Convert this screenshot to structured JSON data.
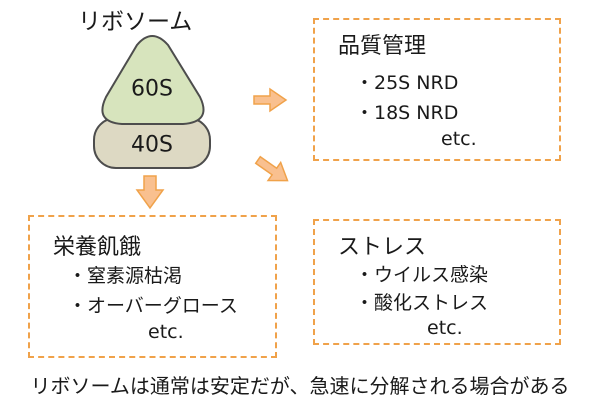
{
  "ribosome": {
    "title": "リボソーム",
    "large_subunit": "60S",
    "small_subunit": "40S"
  },
  "boxes": {
    "quality_control": {
      "title": "品質管理",
      "items": [
        "・25S NRD",
        "・18S NRD"
      ],
      "etc": "etc."
    },
    "starvation": {
      "title": "栄養飢餓",
      "items": [
        "・窒素源枯渇",
        "・オーバーグロース"
      ],
      "etc": "etc."
    },
    "stress": {
      "title": "ストレス",
      "items": [
        "・ウイルス感染",
        "・酸化ストレス"
      ],
      "etc": "etc."
    }
  },
  "caption": "リボソームは通常は安定だが、急速に分解される場合がある",
  "colors": {
    "large_subunit_fill": "#d7e4bd",
    "small_subunit_fill": "#ddd9c3",
    "outline": "#4d4d4d",
    "arrow_fill": "#f9c08f",
    "arrow_stroke": "#f0a24a",
    "box_border": "#f0a24a"
  }
}
